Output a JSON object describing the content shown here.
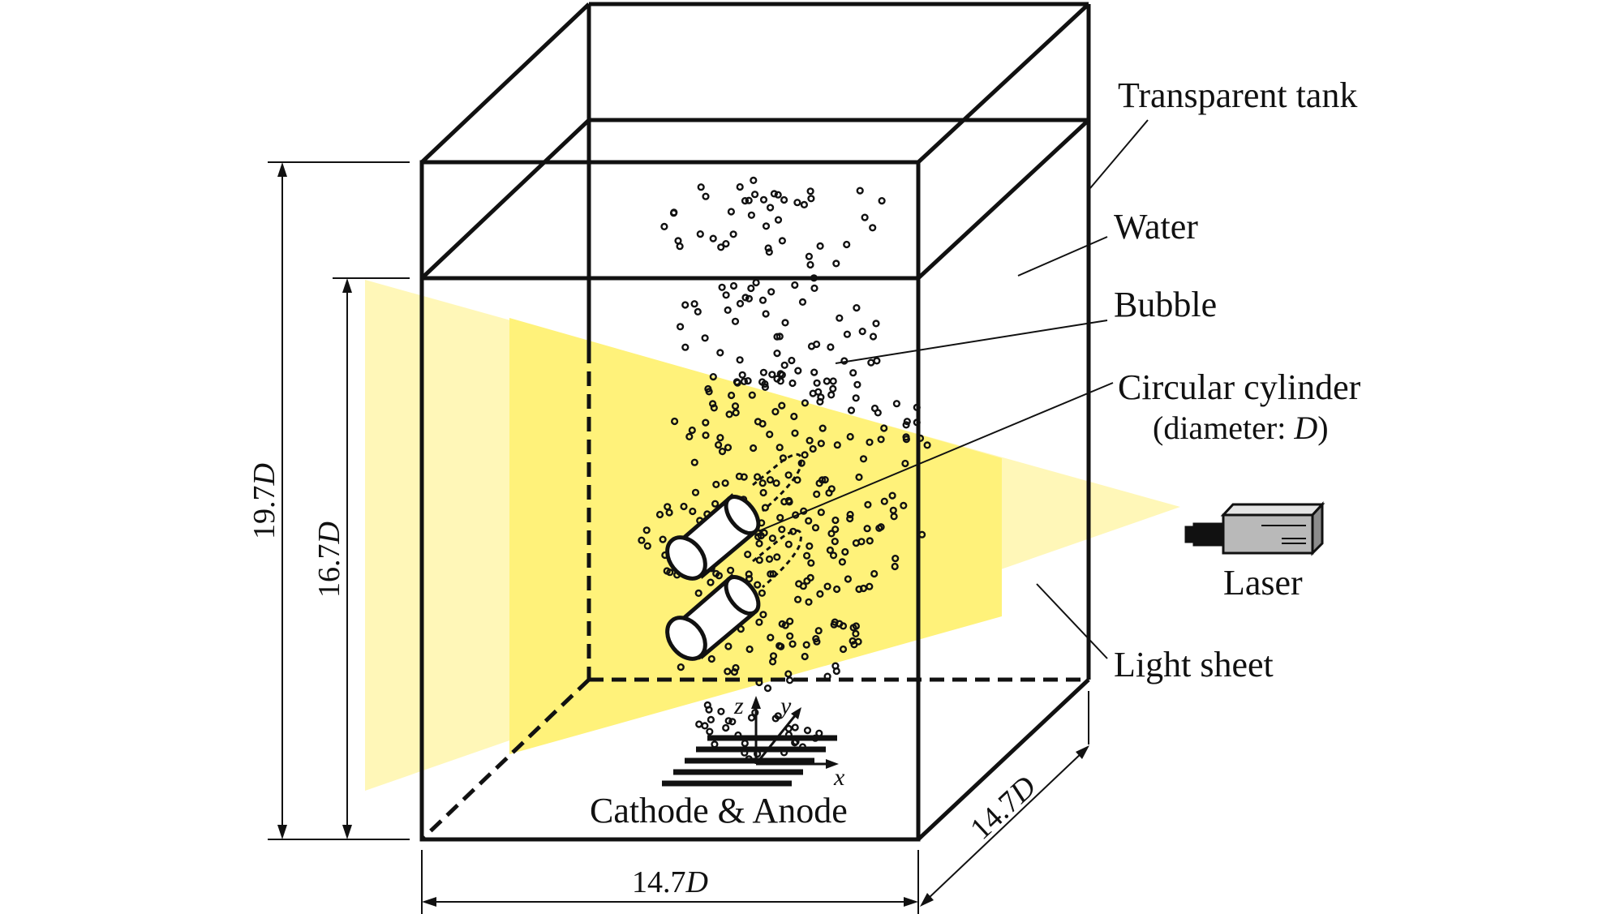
{
  "labels": {
    "transparent_tank": "Transparent tank",
    "water": "Water",
    "bubble": "Bubble",
    "circular_cylinder": "Circular cylinder",
    "diameter_prefix": "(diameter: ",
    "diameter_symbol": "D",
    "diameter_suffix": ")",
    "laser": "Laser",
    "light_sheet": "Light sheet",
    "electrodes": "Cathode & Anode"
  },
  "dimensions": {
    "tank_height": {
      "value": "19.7",
      "unit": "D"
    },
    "water_height": {
      "value": "16.7",
      "unit": "D"
    },
    "tank_width": {
      "value": "14.7",
      "unit": "D"
    },
    "tank_depth": {
      "value": "14.7",
      "unit": "D"
    }
  },
  "axes": {
    "x": "x",
    "y": "y",
    "z": "z"
  },
  "colors": {
    "light_sheet_outer": "#fff6b0",
    "light_sheet_inner": "#fff06a",
    "outline": "#111111"
  }
}
